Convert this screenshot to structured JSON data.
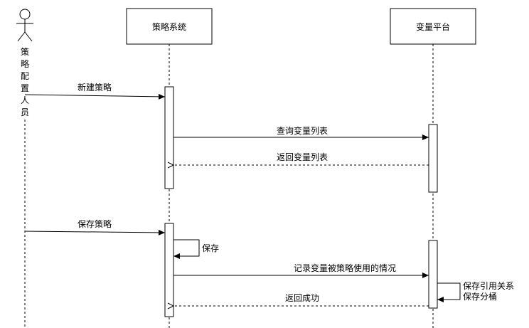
{
  "actor": {
    "label_chars": [
      "策",
      "略",
      "配",
      "置",
      "人",
      "员"
    ]
  },
  "participants": {
    "strategy_system": "策略系统",
    "variable_platform": "变量平台"
  },
  "messages": {
    "new_strategy": "新建策略",
    "query_variables": "查询变量列表",
    "return_variables": "返回变量列表",
    "save_strategy": "保存策略",
    "save_self": "保存",
    "record_usage": "记录变量被策略使用的情况",
    "save_self_platform_1": "保存引用关系",
    "save_self_platform_2": "保存分桶",
    "return_success": "返回成功"
  },
  "colors": {
    "line": "#000000",
    "fill": "#ffffff"
  }
}
